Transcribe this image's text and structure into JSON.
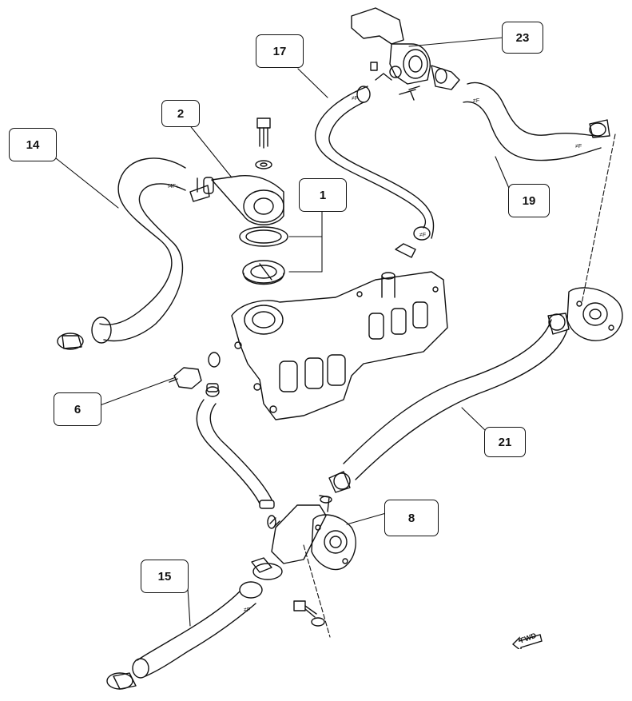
{
  "callouts": {
    "c1": "1",
    "c2": "2",
    "c6": "6",
    "c8": "8",
    "c14": "14",
    "c15": "15",
    "c17": "17",
    "c19": "19",
    "c21": "21",
    "c23": "23"
  },
  "direction_marker": "FWD"
}
